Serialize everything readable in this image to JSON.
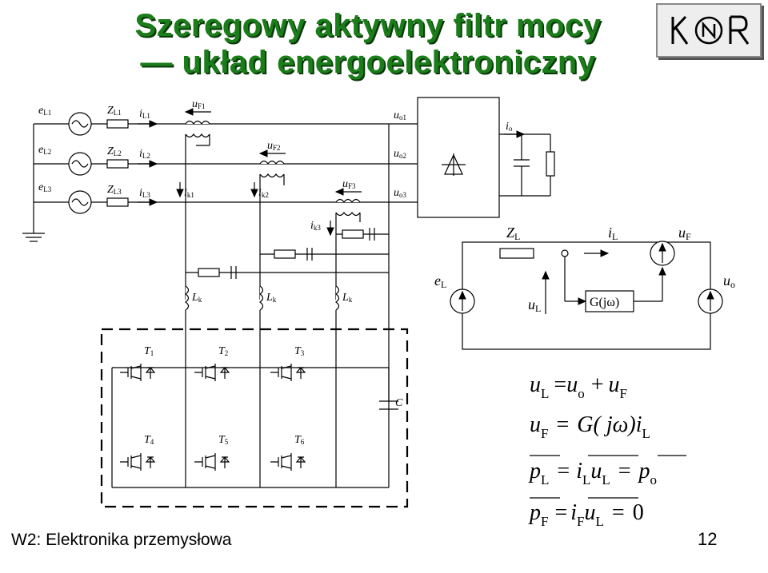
{
  "title": {
    "line1": "Szeregowy aktywny filtr mocy",
    "line2": "układ energoelektroniczny"
  },
  "footer": "W2: Elektronika przemysłowa",
  "page_number": "12",
  "labels": {
    "eL1": "e",
    "eL1s": "L1",
    "eL2": "e",
    "eL2s": "L2",
    "eL3": "e",
    "eL3s": "L3",
    "ZL1": "Z",
    "ZL1s": "L1",
    "ZL2": "Z",
    "ZL2s": "L2",
    "ZL3": "Z",
    "ZL3s": "L3",
    "iL1": "i",
    "iL1s": "L1",
    "iL2": "i",
    "iL2s": "L2",
    "iL3": "i",
    "iL3s": "L3",
    "uF1": "u",
    "uF1s": "F1",
    "uF2": "u",
    "uF2s": "F2",
    "uF3": "u",
    "uF3s": "F3",
    "uo1": "u",
    "uo1s": "o1",
    "uo2": "u",
    "uo2s": "o2",
    "uo3": "u",
    "uo3s": "o3",
    "io": "i",
    "ios": "o",
    "ik1": "i",
    "ik1s": "k1",
    "ik2": "i",
    "ik2s": "k2",
    "ik3": "i",
    "ik3s": "k3",
    "Lk": "L",
    "Lks": "k",
    "T1": "T",
    "T1s": "1",
    "T2": "T",
    "T2s": "2",
    "T3": "T",
    "T3s": "3",
    "T4": "T",
    "T4s": "4",
    "T5": "T",
    "T5s": "5",
    "T6": "T",
    "T6s": "6",
    "C": "C",
    "ZL": "Z",
    "ZLs": "L",
    "iL": "i",
    "iLs": "L",
    "uF": "u",
    "uFs": "F",
    "eL": "e",
    "eLs": "L",
    "uL": "u",
    "uLs": "L",
    "uo": "u",
    "uos": "o",
    "G": "G(jω)"
  },
  "equations": {
    "eq1": {
      "a": "u",
      "as": "L",
      "op": "=",
      "b": "u",
      "bs": "o",
      "op2": "+",
      "c": "u",
      "cs": "F"
    },
    "eq2": {
      "a": "u",
      "as": "F",
      "op": "=",
      "b": "G",
      "paren": "( jω)",
      "c": "i",
      "cs": "L"
    },
    "eq3": {
      "a": "p",
      "as": "L",
      "op": "=",
      "b": "i",
      "bs": "L",
      "c": "u",
      "cs": "L",
      "op2": "=",
      "d": "p",
      "ds": "o"
    },
    "eq4": {
      "a": "p",
      "as": "F",
      "op": "=",
      "b": "i",
      "bs": "F",
      "c": "u",
      "cs": "L",
      "op2": "=",
      "d": "0"
    }
  },
  "colors": {
    "title": "#1a7d1a",
    "line": "#000000"
  }
}
